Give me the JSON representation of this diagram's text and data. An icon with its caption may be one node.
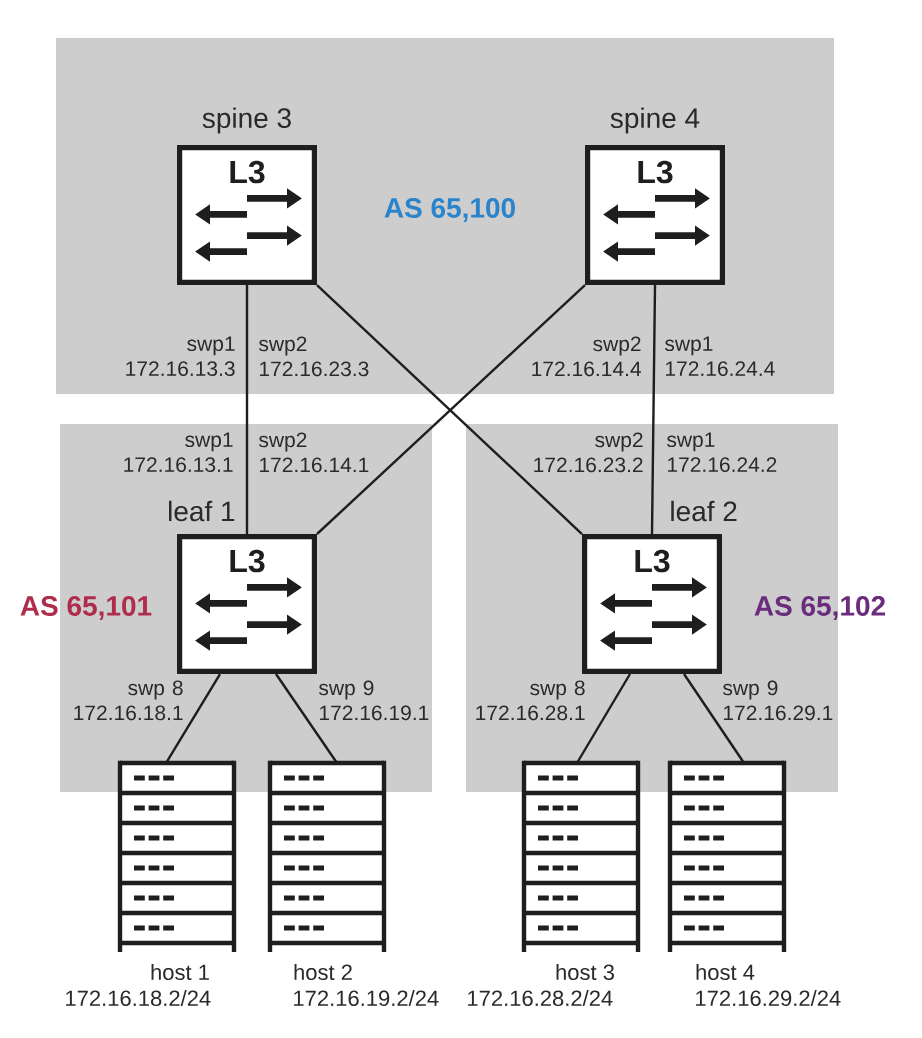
{
  "diagram": {
    "nodes": [
      {
        "text": [
          "AS 65,100"
        ]
      },
      {
        "text": [
          "spine 3",
          "L3"
        ],
        "in": 0
      },
      {
        "text": [
          "spine 4",
          "L3"
        ],
        "in": 0
      },
      {
        "text": [
          "AS 65,101"
        ]
      },
      {
        "text": [
          "leaf 1",
          "L3"
        ],
        "in": 3
      },
      {
        "text": [
          "AS 65,102"
        ]
      },
      {
        "text": [
          "leaf 2",
          "L3"
        ],
        "in": 5
      },
      {
        "text": [
          "host 1"
        ],
        "beside": [
          "172.16.18.2/24"
        ]
      },
      {
        "text": [
          "host 2"
        ],
        "beside": [
          "172.16.19.2/24"
        ]
      },
      {
        "text": [
          "host 3"
        ],
        "beside": [
          "172.16.28.2/24"
        ]
      },
      {
        "text": [
          "host 4"
        ],
        "beside": [
          "172.16.29.2/24"
        ]
      }
    ],
    "edges": [
      {
        "from": 1,
        "to": 4,
        "arrow": "none"
      },
      {
        "from": 1,
        "to": 6,
        "arrow": "none"
      },
      {
        "from": 2,
        "to": 4,
        "arrow": "none"
      },
      {
        "from": 2,
        "to": 6,
        "arrow": "none"
      },
      {
        "from": 4,
        "to": 7,
        "arrow": "none"
      },
      {
        "from": 4,
        "to": 8,
        "arrow": "none"
      },
      {
        "from": 6,
        "to": 9,
        "arrow": "none"
      },
      {
        "from": 6,
        "to": 10,
        "arrow": "none"
      }
    ],
    "labels": [
      "swp1 172.16.13.3",
      "swp2 172.16.23.3",
      "swp2 172.16.14.4",
      "swp1 172.16.24.4",
      "swp1 172.16.13.1",
      "swp2 172.16.14.1",
      "swp2 172.16.23.2",
      "swp1 172.16.24.2",
      "swp 8 172.16.18.1",
      "swp 9 172.16.19.1",
      "swp 8 172.16.28.1",
      "swp 9 172.16.29.1"
    ]
  }
}
